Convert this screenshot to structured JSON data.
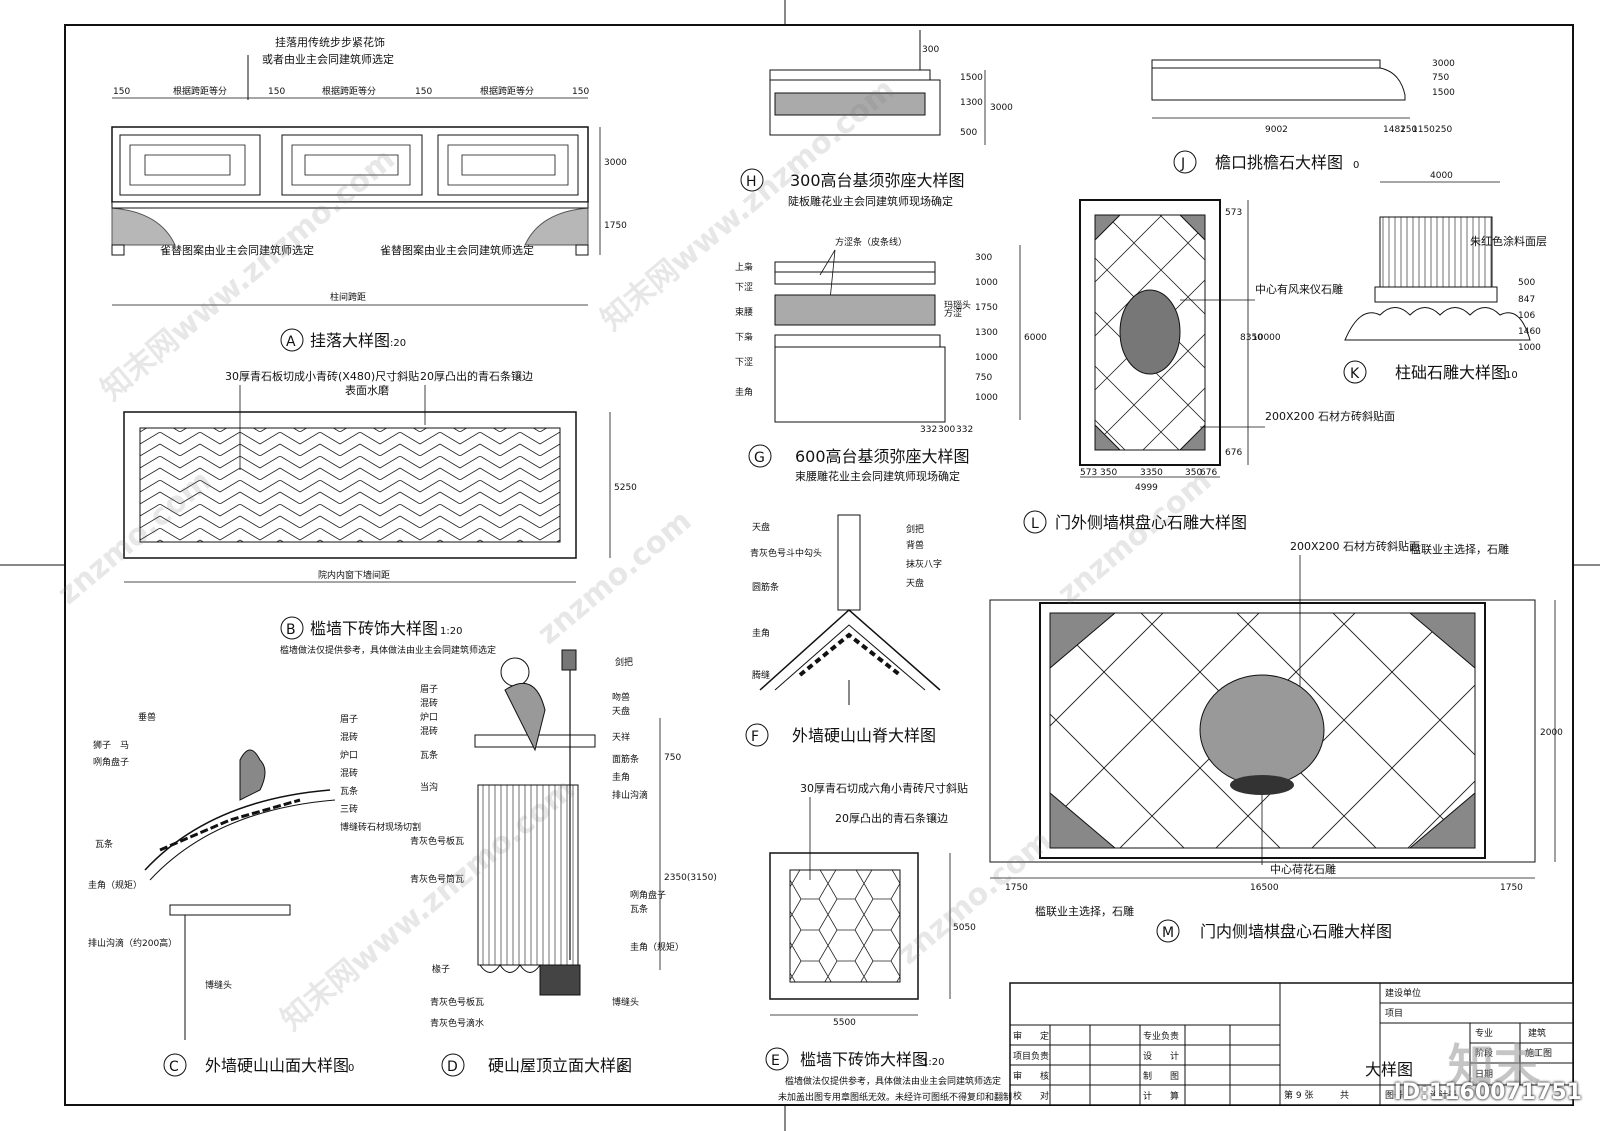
{
  "details": {
    "A": {
      "letter": "A",
      "title": "挂落大样图",
      "scale": ":20",
      "notes": [
        "挂落用传统步步紧花饰",
        "或者由业主会同建筑师选定",
        "雀替图案由业主会同建筑师选定",
        "雀替图案由业主会同建筑师选定"
      ],
      "dims": [
        "150",
        "根据跨距等分",
        "150",
        "根据跨距等分",
        "150",
        "根据跨距等分",
        "150",
        "3000",
        "1750",
        "柱间跨距"
      ]
    },
    "B": {
      "letter": "B",
      "title": "槛墙下砖饰大样图",
      "scale": "1:20",
      "notes": [
        "30厚青石板切成小青砖(X480)尺寸斜贴",
        "表面水磨",
        "20厚凸出的青石条镶边",
        "槛墙做法仅提供参考，具体做法由业主会同建筑师选定"
      ],
      "dims": [
        "5250",
        "院内内窗下墙间距"
      ]
    },
    "C": {
      "letter": "C",
      "title": "外墙硬山山面大样图",
      "scale": "0",
      "labels": [
        "垂兽",
        "狮子",
        "马",
        "咧角盘子",
        "瓦条",
        "圭角（规矩）",
        "排山沟滴（约200高）",
        "博缝头",
        "眉子",
        "混砖",
        "炉口",
        "混砖",
        "瓦条",
        "三砖",
        "博缝砖石材现场切割"
      ]
    },
    "D": {
      "letter": "D",
      "title": "硬山屋顶立面大样图",
      "scale": "0",
      "labels": [
        "眉子",
        "混砖",
        "炉口",
        "混砖",
        "瓦条",
        "当沟",
        "青灰色号板瓦",
        "青灰色号筒瓦",
        "椽子",
        "青灰色号板瓦",
        "青灰色号滴水",
        "剑把",
        "吻兽",
        "天盘",
        "天祥",
        "面筋条",
        "圭角",
        "排山沟滴",
        "咧角盘子",
        "瓦条",
        "圭角（规矩）",
        "博缝头"
      ],
      "dims": [
        "750",
        "2350(3150)"
      ]
    },
    "E": {
      "letter": "E",
      "title": "槛墙下砖饰大样图",
      "scale": "1:20",
      "notes": [
        "30厚青石切成六角小青砖尺寸斜贴",
        "20厚凸出的青石条镶边",
        "槛墙做法仅提供参考，具体做法由业主会同建筑师选定"
      ],
      "dims": [
        "5500",
        "5050"
      ]
    },
    "F": {
      "letter": "F",
      "title": "外墙硬山山脊大样图",
      "scale": "",
      "labels": [
        "天盘",
        "青灰色号斗中勾头",
        "圆筋条",
        "圭角",
        "腾缝",
        "剑把",
        "背兽",
        "抹灰八字",
        "天盘"
      ]
    },
    "G": {
      "letter": "G",
      "title": "600高台基须弥座大样图",
      "scale": "",
      "notes": [
        "束腰雕花业主会同建筑师现场确定",
        "方涩条（皮条线）",
        "玛瑙头",
        "方涩"
      ],
      "labels": [
        "上枭",
        "下涩",
        "束腰",
        "下枭",
        "下涩",
        "圭角"
      ],
      "dims": [
        "300",
        "1000",
        "1750",
        "1300",
        "1000",
        "750",
        "1000",
        "6000",
        "332",
        "300",
        "332"
      ]
    },
    "H": {
      "letter": "H",
      "title": "300高台基须弥座大样图",
      "scale": "",
      "notes": [
        "陡板雕花业主会同建筑师现场确定"
      ],
      "dims": [
        "300",
        "3000",
        "1300",
        "1500",
        "500"
      ]
    },
    "J": {
      "letter": "J",
      "title": "檐口挑檐石大样图",
      "scale": "0",
      "dims": [
        "9002",
        "1482",
        "150",
        "1150",
        "250",
        "1500",
        "750",
        "3000"
      ]
    },
    "K": {
      "letter": "K",
      "title": "柱础石雕大样图",
      "scale": "10",
      "notes": [
        "朱红色涂料面层"
      ],
      "dims": [
        "4000",
        "500",
        "847",
        "106",
        "1460",
        "1000"
      ]
    },
    "L": {
      "letter": "L",
      "title": "门外侧墙棋盘心石雕大样图",
      "scale": "",
      "notes": [
        "中心有风来仪石雕",
        "200X200 石材方砖斜贴面"
      ],
      "dims": [
        "573",
        "350",
        "3350",
        "350",
        "676",
        "4999",
        "8350",
        "10000",
        "573",
        "676"
      ]
    },
    "M": {
      "letter": "M",
      "title": "门内侧墙棋盘心石雕大样图",
      "scale": "",
      "notes": [
        "200X200 石材方砖斜贴面",
        "槛联业主选择，石雕",
        "中心荷花石雕",
        "槛联业主选择，石雕"
      ],
      "dims": [
        "1750",
        "16500",
        "1750",
        "2000"
      ]
    }
  },
  "title_block": {
    "build_unit": "建设单位",
    "project": "项目",
    "rows_left": [
      "审　　定",
      "项目负责",
      "审　　核",
      "校　　对"
    ],
    "rows_mid": [
      "专业负责",
      "设　　计",
      "制　　图",
      "计　　算"
    ],
    "drawing_name": "大样图",
    "discipline_label": "专业",
    "discipline": "建筑",
    "stage_label": "阶段",
    "stage": "施工图",
    "date_label": "日期",
    "sheet_no": "第 9 张",
    "total": "共",
    "drawing_no_label": "图号",
    "design_no_label": "设计号"
  },
  "footer_note": "未加盖出图专用章图纸无效。未经许可图纸不得复印和翻制",
  "watermark": {
    "site": "znzmo.com",
    "cn": "知末网www.znzmo.com",
    "logo": "知末",
    "id": "ID:1160071751"
  }
}
